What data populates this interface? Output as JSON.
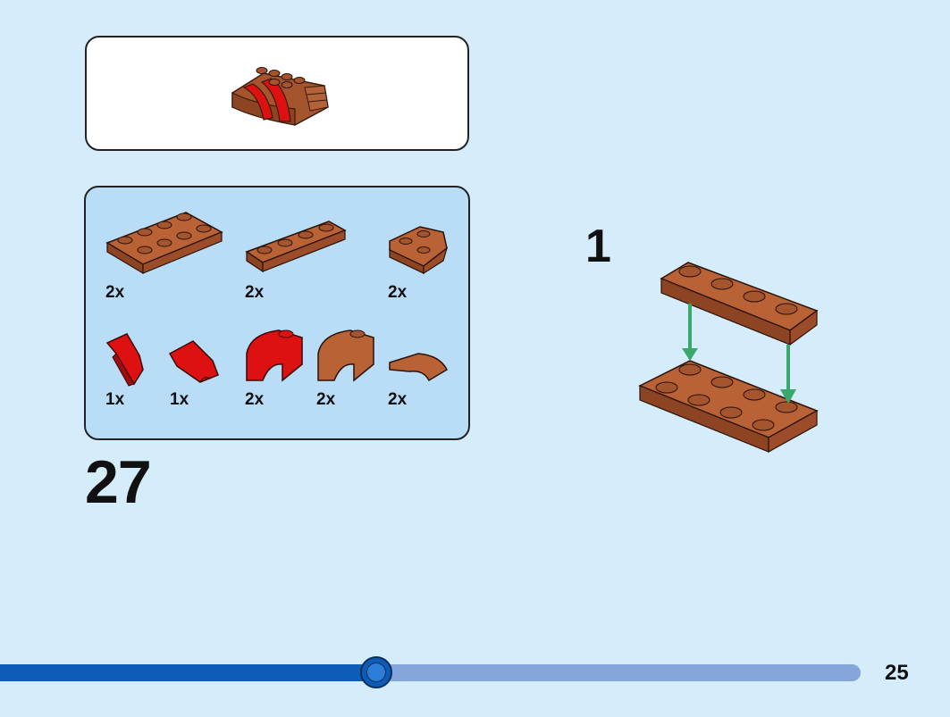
{
  "step": {
    "number": "27"
  },
  "substep": {
    "number": "1"
  },
  "page": {
    "number": "25"
  },
  "progress": {
    "fraction": 0.396
  },
  "colors": {
    "brown": "#a5552e",
    "red": "#dd1111",
    "arrow": "#3aa86a",
    "progress_fill": "#0d5db8",
    "progress_track": "#84a6da"
  },
  "parts": [
    {
      "name": "plate-2x4-brown",
      "qty": "2x"
    },
    {
      "name": "plate-1x4-brown",
      "qty": "2x"
    },
    {
      "name": "wedge-plate-brown",
      "qty": "2x"
    },
    {
      "name": "wedge-slope-red-left",
      "qty": "1x"
    },
    {
      "name": "wedge-slope-red-right",
      "qty": "1x"
    },
    {
      "name": "curved-slope-red",
      "qty": "2x"
    },
    {
      "name": "curved-slope-brown",
      "qty": "2x"
    },
    {
      "name": "curved-tile-brown",
      "qty": "2x"
    }
  ]
}
